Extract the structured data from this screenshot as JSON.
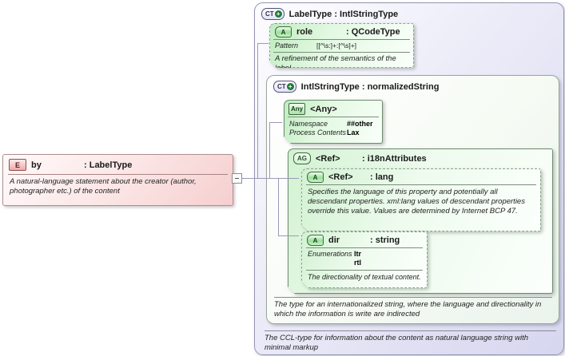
{
  "icons": {
    "plus": "+"
  },
  "element": {
    "badge": "E",
    "name": "by",
    "type": ": LabelType",
    "description": "A natural-language statement about the creator (author, photographer etc.) of the content"
  },
  "label_type": {
    "badge": "CT",
    "title": "LabelType : IntlStringType",
    "footer": "The CCL-type for information about the content as natural language string with minimal markup",
    "role_attr": {
      "badge": "A",
      "name": "role",
      "type": ": QCodeType",
      "pattern_label": "Pattern",
      "pattern_value": "[[^\\s:]+:[^\\s]+]",
      "description": "A refinement of the semantics of the label."
    },
    "intl_string_type": {
      "badge": "CT",
      "title": "IntlStringType : normalizedString",
      "footer": "The type for an internationalized string, where the language and directionality in which the information is write are indirected",
      "any": {
        "badge": "Any",
        "name": "<Any>",
        "namespace_label": "Namespace",
        "namespace_value": "##other",
        "process_contents_label": "Process Contents",
        "process_contents_value": "Lax"
      },
      "i18n": {
        "badge": "AG",
        "name": "<Ref>",
        "type": ": i18nAttributes",
        "lang_attr": {
          "badge": "A",
          "name": "<Ref>",
          "type": ": lang",
          "description": "Specifies the language of this property and potentially all descendant properties. xml:lang values of descendant properties override this value. Values are determined by Internet BCP 47."
        },
        "dir_attr": {
          "badge": "A",
          "name": "dir",
          "type": ": string",
          "enumerations_label": "Enumerations",
          "enumerations": [
            "ltr",
            "rtl"
          ],
          "description": "The directionality of textual content."
        }
      }
    }
  }
}
